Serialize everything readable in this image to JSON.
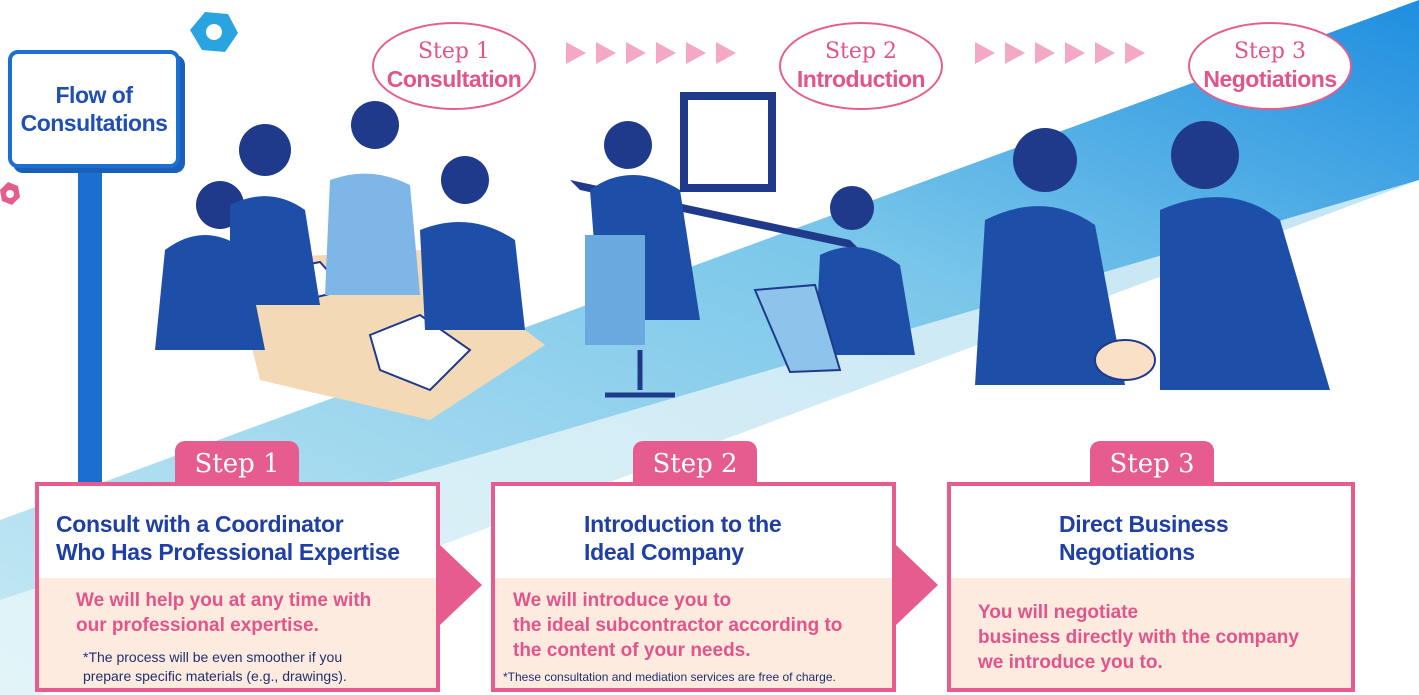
{
  "signpost": {
    "line1": "Flow of",
    "line2": "Consultations"
  },
  "top_steps": [
    {
      "step": "Step 1",
      "name": "Consultation"
    },
    {
      "step": "Step 2",
      "name": "Introduction"
    },
    {
      "step": "Step 3",
      "name": "Negotiations"
    }
  ],
  "steps": [
    {
      "tab": "Step 1",
      "heading_line1": "Consult with a Coordinator",
      "heading_line2": "Who Has Professional Expertise",
      "body": "We will help you at any time with\nour professional expertise.",
      "note": "*The process will be even smoother if you\nprepare specific materials (e.g., drawings)."
    },
    {
      "tab": "Step 2",
      "heading_line1": "Introduction to the",
      "heading_line2": "Ideal Company",
      "body": "We will introduce you to\nthe ideal subcontractor according to\nthe content of your needs.",
      "note": "*These consultation and mediation services are free of charge."
    },
    {
      "tab": "Step 3",
      "heading_line1": "Direct Business",
      "heading_line2": "Negotiations",
      "body": "You will negotiate\nbusiness directly with the company\nwe introduce you to.",
      "note": ""
    }
  ],
  "colors": {
    "brand_blue": "#1a6fd1",
    "heading_navy": "#1f3fa5",
    "accent_pink": "#e65c8f",
    "body_bg": "#fdebe0"
  },
  "illustrations": [
    {
      "icon": "meeting-illustration",
      "label": ""
    },
    {
      "icon": "computer-work-illustration",
      "label": ""
    },
    {
      "icon": "handshake-illustration",
      "label": ""
    }
  ]
}
